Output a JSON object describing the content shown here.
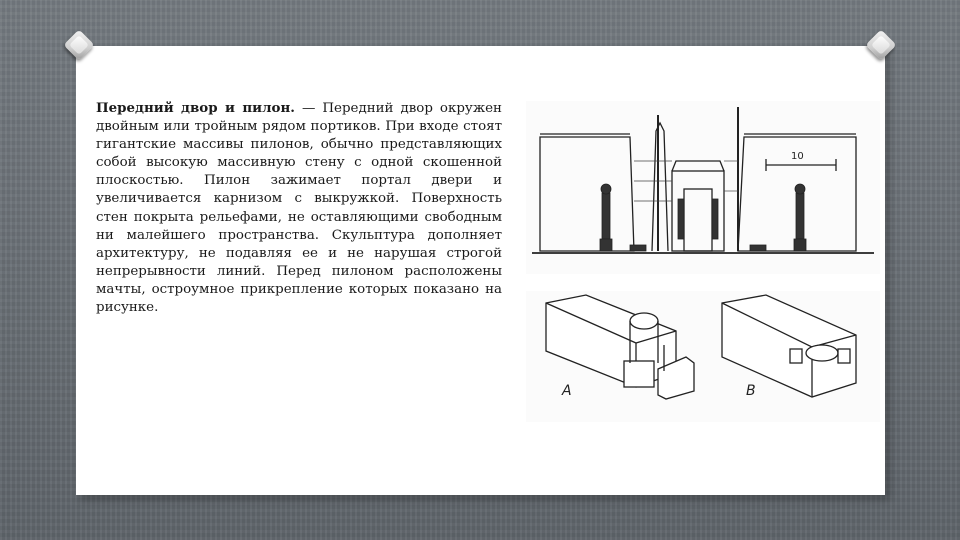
{
  "article": {
    "title_bold": "Передний двор и пилон.",
    "body": " — Передний двор окружен двойным или тройным рядом портиков. При входе стоят гигантские массивы пилонов, обычно представляющих собой высокую массивную стену с одной скошенной плоскостью. Пилон зажимает портал двери и увеличивается карнизом с выкружкой. Поверхность стен покрыта рельефами, не оставляющими свободным ни малейшего пространства. Скульптура дополняет архитектуру, не подавляя ее и не нарушая строгой непрерывности линий. Перед пилоном расположены мачты, остроумное прикрепление которых показано на рисунке."
  },
  "figures": {
    "elevation_scale_label": "10",
    "plan_label_a": "A",
    "plan_label_b": "B"
  },
  "colors": {
    "background": "#6c7278",
    "slide": "#ffffff",
    "ink": "#1a1a1a"
  }
}
